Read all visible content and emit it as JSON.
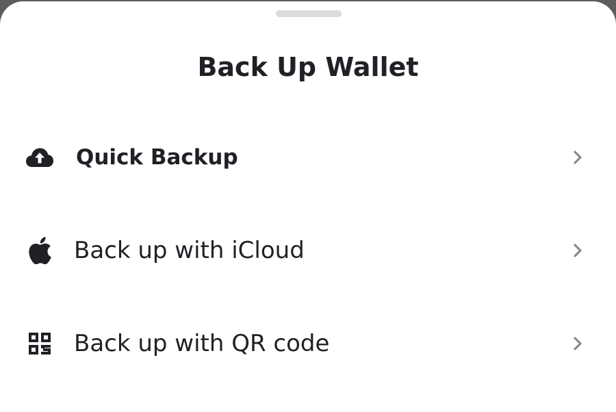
{
  "sheet": {
    "title": "Back Up Wallet",
    "backdrop_color": "#5c5c5c",
    "text_color": "#202126",
    "chevron_color": "#8a8a8a"
  },
  "options": [
    {
      "label": "Quick Backup",
      "icon": "cloud-upload-icon",
      "emphasis": "bold"
    },
    {
      "label": "Back up with iCloud",
      "icon": "apple-icon",
      "emphasis": "regular"
    },
    {
      "label": "Back up with QR code",
      "icon": "qr-code-icon",
      "emphasis": "regular"
    }
  ]
}
